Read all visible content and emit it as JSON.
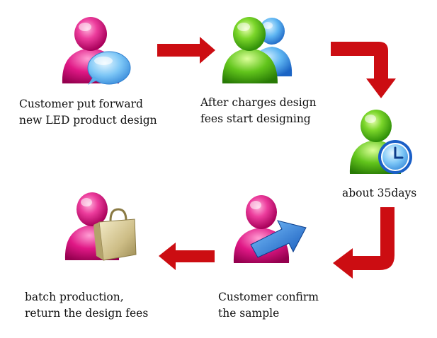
{
  "steps": [
    {
      "line1": "Customer put forward",
      "line2": "new LED product design",
      "person_color": "pink",
      "icon": "speech-bubble-icon"
    },
    {
      "line1": "After charges design",
      "line2": "fees start designing",
      "person_color": "green",
      "icon": "group-users-icon"
    },
    {
      "line1": "about 35days",
      "person_color": "green",
      "icon": "clock-icon"
    },
    {
      "line1": "Customer confirm",
      "line2": "the sample",
      "person_color": "pink",
      "icon": "send-arrow-icon"
    },
    {
      "line1": "batch production,",
      "line2": "return the design fees",
      "person_color": "pink",
      "icon": "shopping-bag-icon"
    }
  ],
  "colors": {
    "arrow": "#cc0d12",
    "pink": "#e0137f",
    "green": "#4fc21a",
    "blue": "#2b8fe3",
    "text": "#111111"
  }
}
